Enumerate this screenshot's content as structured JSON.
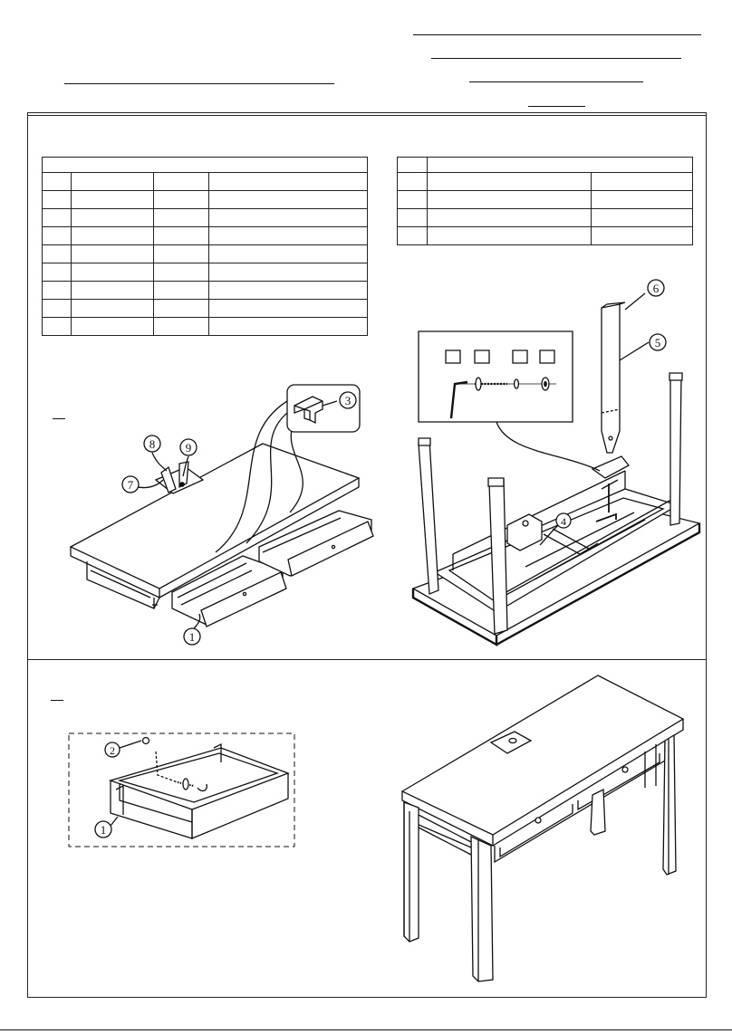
{
  "callouts": {
    "drawer": "1",
    "knob": "2",
    "grommet": "3",
    "bracket": "4",
    "leg": "5",
    "leg_top": "6",
    "cover_left": "7",
    "cover_center": "8",
    "cover_right": "9"
  },
  "parts_table_left": {
    "rows": 10,
    "cols": 4
  },
  "parts_table_right": {
    "rows": 5,
    "cols": 3
  }
}
